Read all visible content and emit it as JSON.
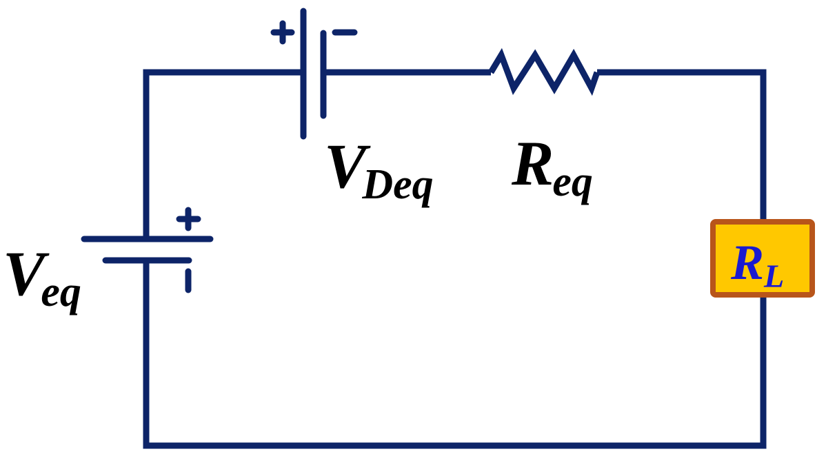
{
  "colors": {
    "wire": "#0d2468",
    "label": "#000000",
    "load_fill": "#ffc800",
    "load_border": "#b8551a",
    "load_text": "#1a1ad0"
  },
  "components": {
    "source_eq": {
      "label_main": "V",
      "label_sub": "eq",
      "plus": "+",
      "minus": "-"
    },
    "diode_source": {
      "label_main": "V",
      "label_sub": "Deq",
      "plus": "+",
      "minus": "-"
    },
    "resistor_eq": {
      "label_main": "R",
      "label_sub": "eq"
    },
    "load": {
      "label_main": "R",
      "label_sub": "L"
    }
  }
}
